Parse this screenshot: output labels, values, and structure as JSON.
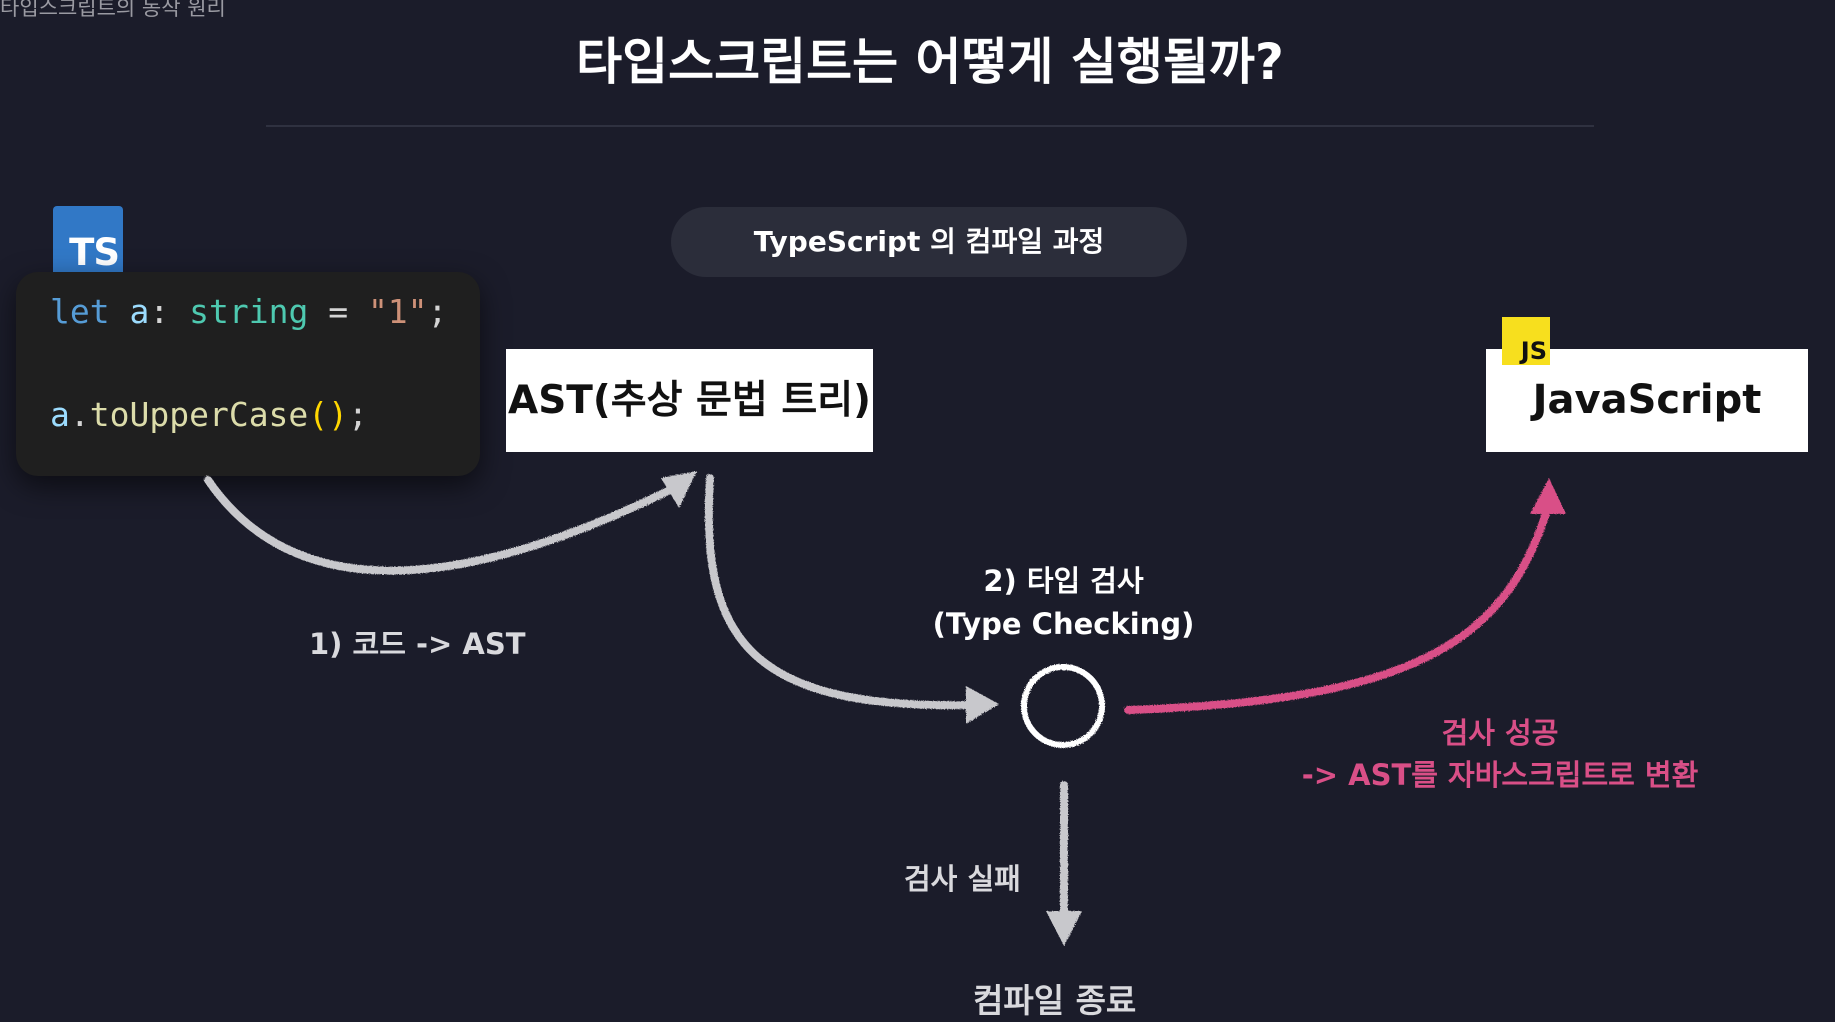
{
  "header": {
    "section_label": "타입스크립트의 동작 원리",
    "title": "타입스크립트는 어떻게 실행될까?"
  },
  "code": {
    "badge_label": "TS",
    "line1": [
      {
        "text": "let",
        "kind": "kw"
      },
      {
        "text": " ",
        "kind": "pun"
      },
      {
        "text": "a",
        "kind": "var"
      },
      {
        "text": ": ",
        "kind": "pun"
      },
      {
        "text": "string",
        "kind": "typ"
      },
      {
        "text": " = ",
        "kind": "pun"
      },
      {
        "text": "\"1\"",
        "kind": "str"
      },
      {
        "text": ";",
        "kind": "pun"
      }
    ],
    "line2": [
      {
        "text": "a",
        "kind": "var"
      },
      {
        "text": ".",
        "kind": "pun"
      },
      {
        "text": "toUpperCase",
        "kind": "fn"
      },
      {
        "text": "()",
        "kind": "par"
      },
      {
        "text": ";",
        "kind": "pun"
      }
    ]
  },
  "diagram": {
    "process_pill": "TypeScript 의 컴파일 과정",
    "ast_box": "AST(추상 문법 트리)",
    "js_box": "JavaScript",
    "js_badge": "JS",
    "step1": "1) 코드 -> AST",
    "step2_line1": "2) 타입 검사",
    "step2_line2": "(Type Checking)",
    "success_line1": "검사 성공",
    "success_line2": "-> AST를 자바스크립트로 변환",
    "fail": "검사 실패",
    "end": "컴파일 종료"
  },
  "colors": {
    "background": "#1b1c2a",
    "ts_blue": "#3178c6",
    "js_yellow": "#f7df1e",
    "arrow_gray": "#c8c8cc",
    "success_pink": "#d94f87"
  }
}
